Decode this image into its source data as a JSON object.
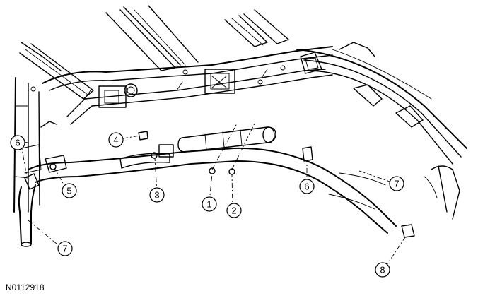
{
  "figure": {
    "id_label": "N0112918",
    "callouts": [
      {
        "key": "6a",
        "label": "6"
      },
      {
        "key": "5",
        "label": "5"
      },
      {
        "key": "7a",
        "label": "7"
      },
      {
        "key": "4",
        "label": "4"
      },
      {
        "key": "3",
        "label": "3"
      },
      {
        "key": "1",
        "label": "1"
      },
      {
        "key": "2",
        "label": "2"
      },
      {
        "key": "6b",
        "label": "6"
      },
      {
        "key": "7b",
        "label": "7"
      },
      {
        "key": "8",
        "label": "8"
      }
    ]
  }
}
